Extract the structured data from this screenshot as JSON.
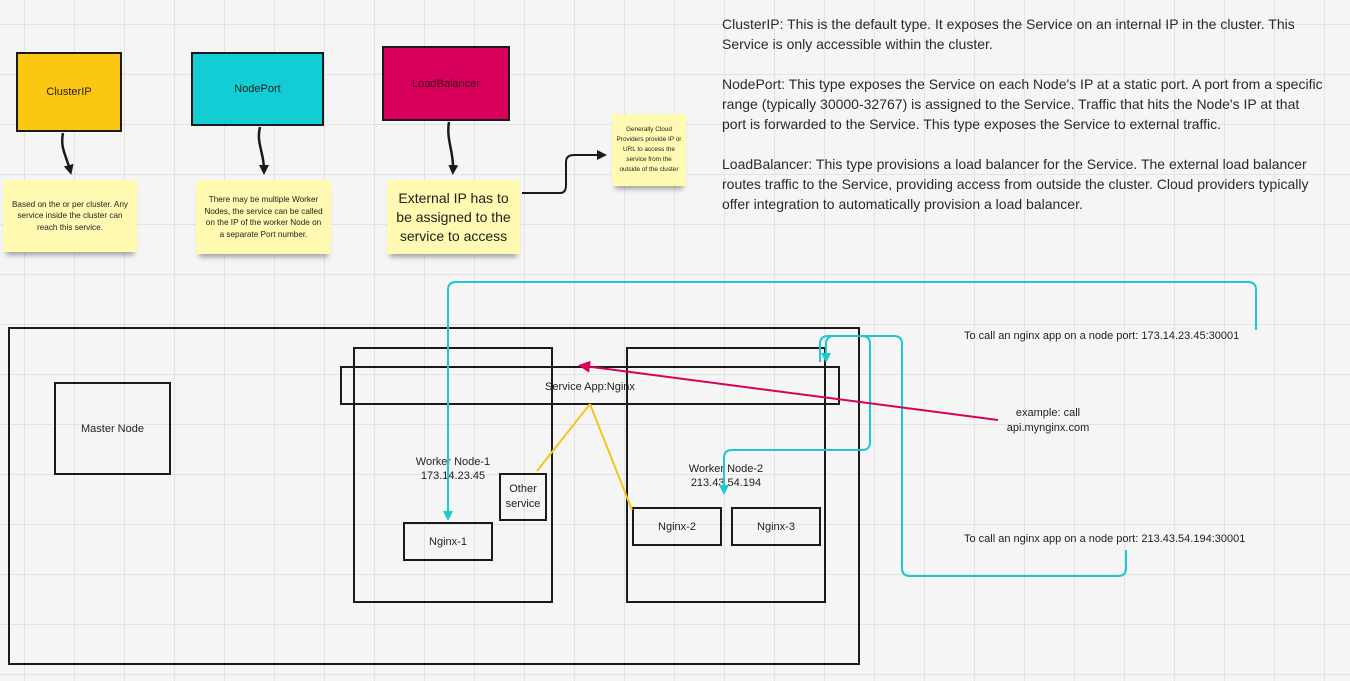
{
  "service_types": {
    "clusterip": {
      "label": "ClusterIP",
      "color": "#fbc712"
    },
    "nodeport": {
      "label": "NodePort",
      "color": "#12cdd4"
    },
    "loadbalancer": {
      "label": "LoadBalancer",
      "color": "#d9005b"
    }
  },
  "notes": {
    "clusterip": "Based on the or per cluster. Any service inside the cluster can reach this service.",
    "nodeport": "There may be multiple Worker Nodes, the service can be called on the IP of the worker Node on a separate Port number.",
    "loadbalancer": "External IP has to be assigned to the service to access",
    "cloud": "Generally Cloud Providers provide IP or URL to access the service from the outside of the cluster"
  },
  "descriptions": [
    "ClusterIP: This is the default type. It exposes the Service on an internal IP in the cluster. This Service is only accessible within the cluster.",
    "NodePort: This type exposes the Service on each Node's IP at a static port. A port from a specific range (typically 30000-32767) is assigned to the Service. Traffic that hits the Node's IP at that port is forwarded to the Service. This type exposes the Service to external traffic.",
    "LoadBalancer: This type provisions a load balancer for the Service. The external load balancer routes traffic to the Service, providing access from outside the cluster. Cloud providers typically offer integration to automatically provision a load balancer."
  ],
  "cluster": {
    "master_node": "Master Node",
    "service_app": "Service App:Nginx",
    "worker1": {
      "name": "Worker Node-1",
      "ip": "173.14.23.45"
    },
    "worker2": {
      "name": "Worker Node-2",
      "ip": "213.43.54.194"
    },
    "other_service": "Other service",
    "nginx1": "Nginx-1",
    "nginx2": "Nginx-2",
    "nginx3": "Nginx-3"
  },
  "annotations": {
    "node_port_1": "To call an nginx app on a node port:  173.14.23.45:30001",
    "node_port_2": "To call an nginx app on a node port:  213.43.54.194:30001",
    "example": "example: call api.mynginx.com"
  },
  "colors": {
    "cyan_arrow": "#1fc6d4",
    "pink_arrow": "#d9005b",
    "yellow_line": "#f5c518",
    "sticky": "#fff9b1"
  }
}
